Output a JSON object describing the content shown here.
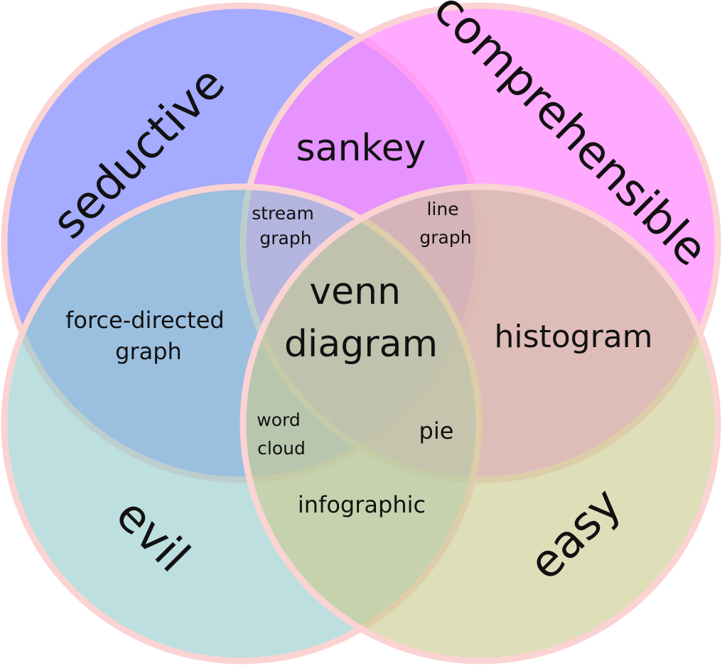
{
  "sets": {
    "seductive": {
      "label": "seductive",
      "color": "#8c93ff"
    },
    "comprehensible": {
      "label": "comprehensible",
      "color": "#ff88ff"
    },
    "evil": {
      "label": "evil",
      "color": "#95cccc"
    },
    "easy": {
      "label": "easy",
      "color": "#c9c98e"
    }
  },
  "circle_outline_color": "#fbd3d3",
  "regions": {
    "sankey": "sankey",
    "stream_graph": [
      "stream",
      "graph"
    ],
    "line_graph": [
      "line",
      "graph"
    ],
    "force_directed_graph": [
      "force-directed",
      "graph"
    ],
    "venn_diagram": [
      "venn",
      "diagram"
    ],
    "histogram": "histogram",
    "word_cloud": [
      "word",
      "cloud"
    ],
    "pie": "pie",
    "infographic": "infographic"
  }
}
